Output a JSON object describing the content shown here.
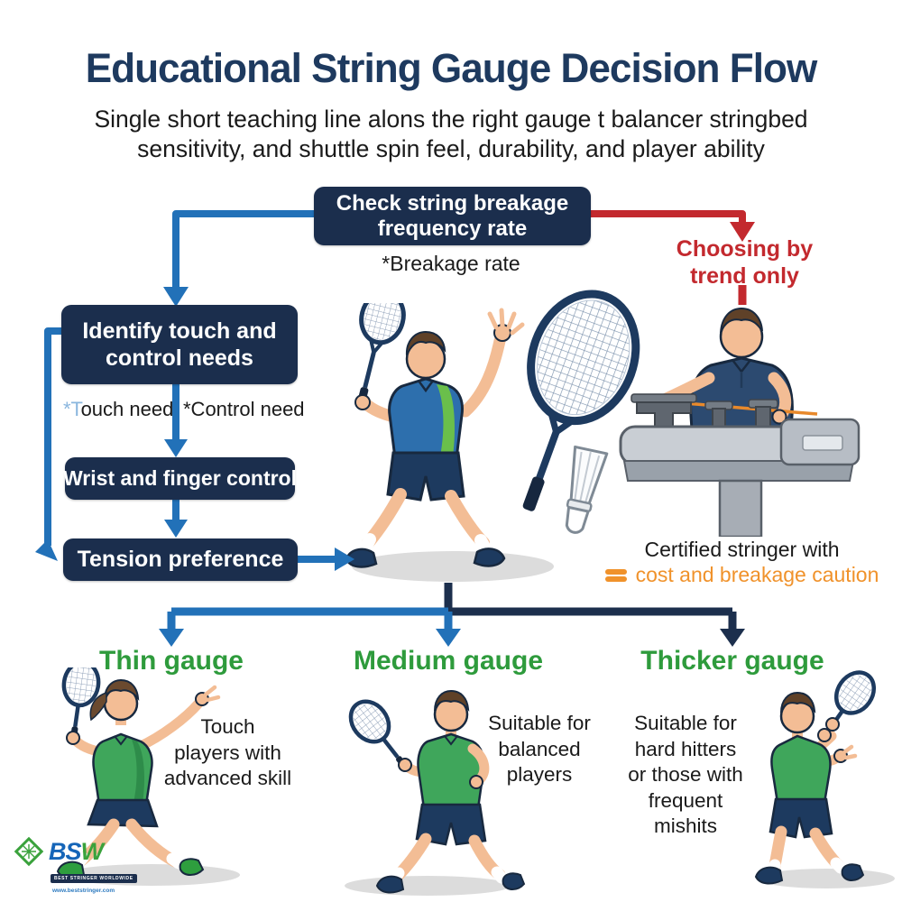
{
  "title": "Educational String Gauge Decision Flow",
  "subtitle_lines": [
    "Single short teaching line alons the right gauge t balancer stringbed",
    "sensitivity, and shuttle spin feel, durability, and player ability"
  ],
  "flow": {
    "check_label": "Check string breakage frequency rate",
    "breakage_note": "*Breakage rate",
    "trend_lines": [
      "Choosing by",
      "trend only"
    ],
    "identify_label": "Identify touch and control needs",
    "touch_note": "*Touch need",
    "control_note": "*Control need",
    "wrist_label": "Wrist and finger control",
    "tension_label": "Tension preference",
    "stringer_line1": "Certified stringer with",
    "stringer_line2": "cost and breakage caution"
  },
  "branches": [
    {
      "heading": "Thin gauge",
      "description_lines": [
        "Touch",
        "players with",
        "advanced skill"
      ]
    },
    {
      "heading": "Medium gauge",
      "description_lines": [
        "Suitable for",
        "balanced",
        "players"
      ]
    },
    {
      "heading": "Thicker gauge",
      "description_lines": [
        "Suitable for",
        "hard hitters",
        "or those with",
        "frequent",
        "mishits"
      ]
    }
  ],
  "logo": {
    "name_primary": "BS",
    "name_secondary": "W",
    "tagline": "BEST STRINGER WORLDWIDE",
    "website": "www.beststringer.com"
  },
  "colors": {
    "title_navy": "#1e3a5f",
    "box_navy": "#1b2e4d",
    "flow_blue": "#2271b8",
    "flow_red": "#c3292e",
    "branch_navy": "#1c2f4d",
    "gauge_green": "#2e9b3c",
    "caution_orange": "#f0922b"
  }
}
